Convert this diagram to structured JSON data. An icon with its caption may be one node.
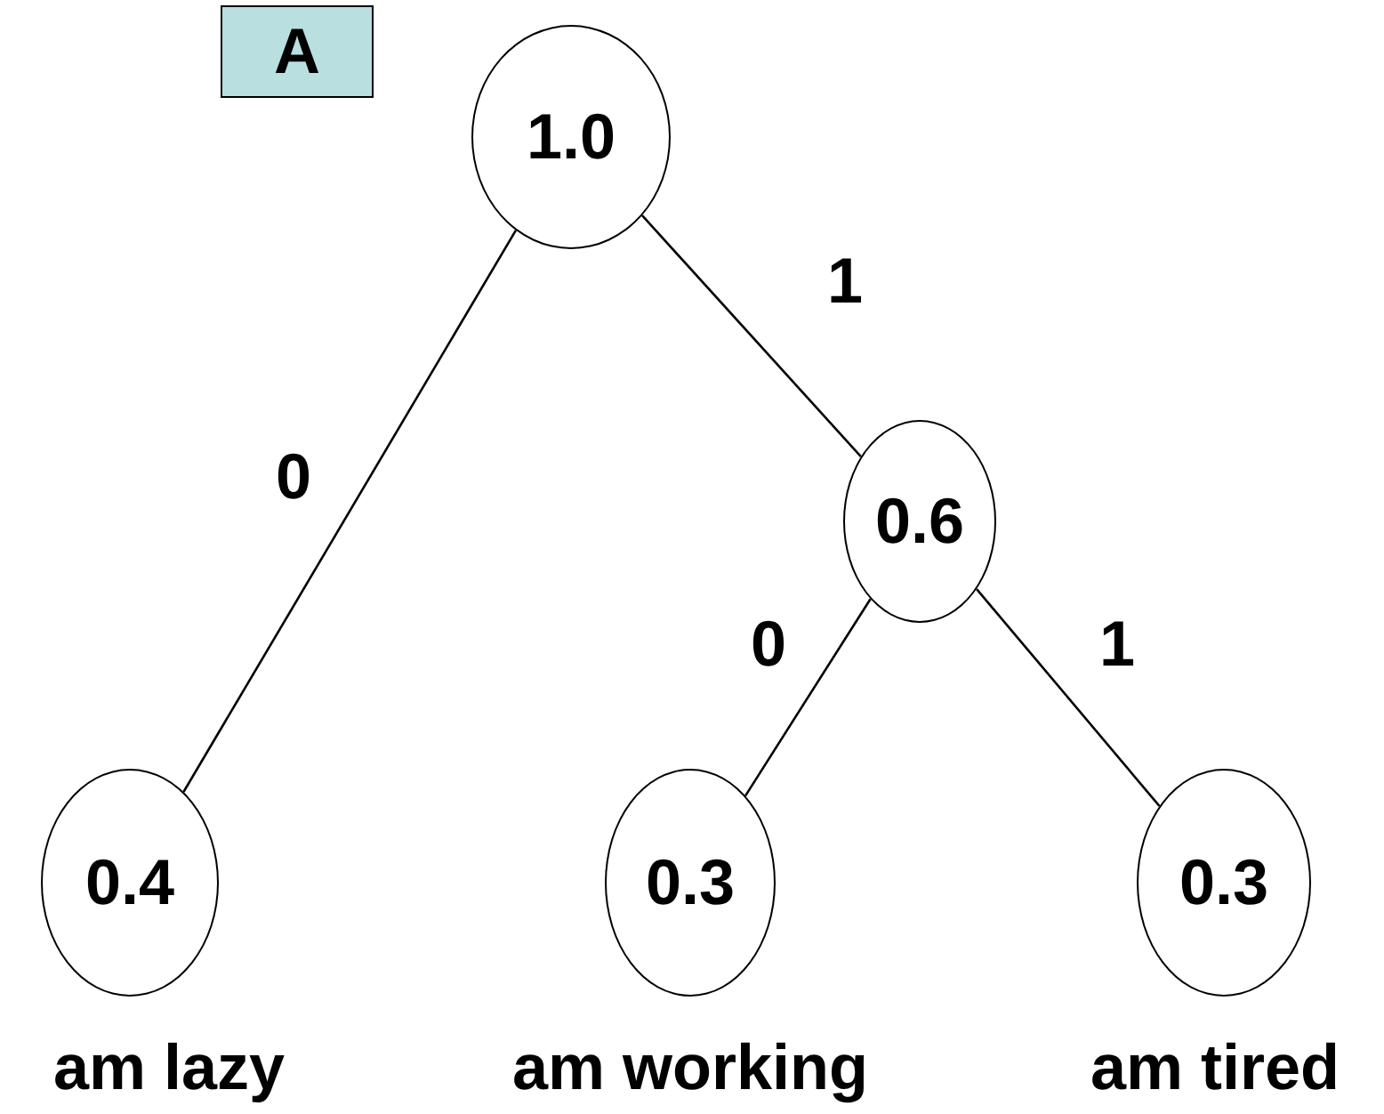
{
  "diagram": {
    "nodes": [
      {
        "text": [
          "A"
        ]
      },
      {
        "text": [
          "1.0"
        ]
      },
      {
        "text": [
          "0.6"
        ]
      },
      {
        "text": [
          "0.4"
        ],
        "beside": [
          "am lazy"
        ]
      },
      {
        "text": [
          "0.3"
        ],
        "beside": [
          "am working"
        ]
      },
      {
        "text": [
          "0.3"
        ],
        "beside": [
          "am tired"
        ]
      }
    ],
    "edges": [
      {
        "from": 1,
        "to": 3,
        "label": "0",
        "arrow": "none"
      },
      {
        "from": 1,
        "to": 2,
        "label": "1",
        "arrow": "none"
      },
      {
        "from": 2,
        "to": 4,
        "label": "0",
        "arrow": "none"
      },
      {
        "from": 2,
        "to": 5,
        "label": "1",
        "arrow": "none"
      }
    ]
  }
}
